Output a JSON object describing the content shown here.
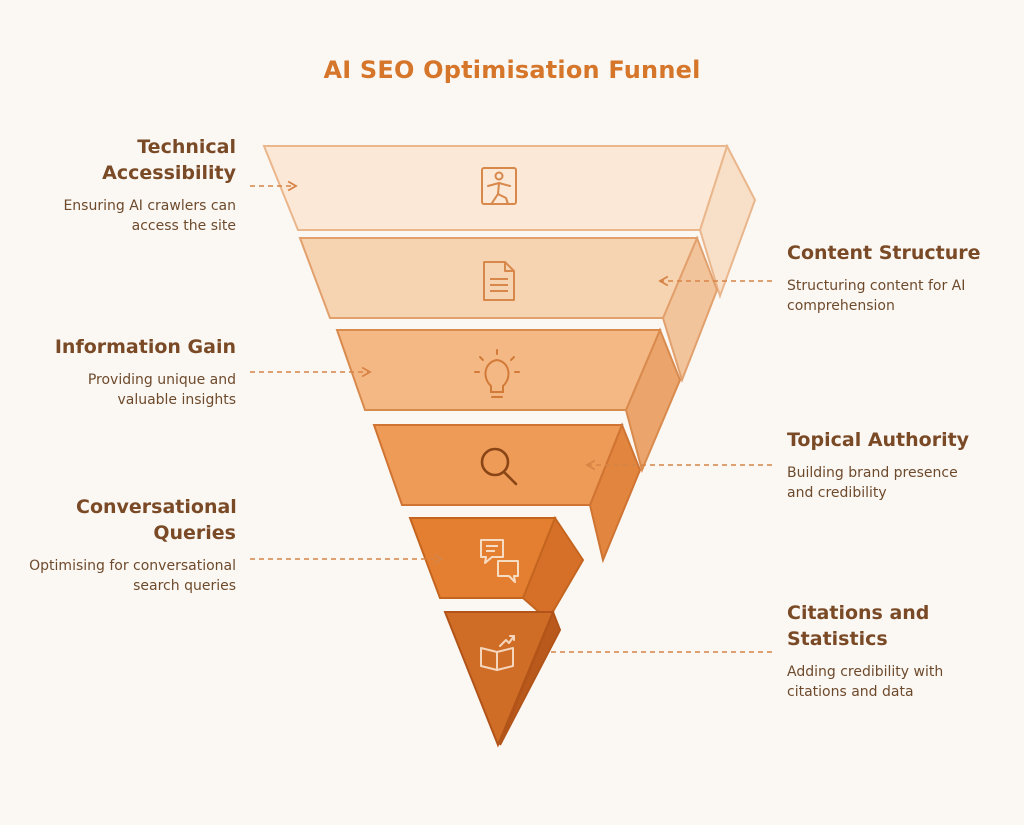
{
  "title": "AI SEO Optimisation Funnel",
  "colors": {
    "title": "#d5762a",
    "text": "#7a4a26",
    "stage_fills": [
      "#fbe8d6",
      "#f7d4b1",
      "#f4b885",
      "#ef9b58",
      "#e47f31",
      "#cf6d26"
    ],
    "connector": "#d88446"
  },
  "stages": [
    {
      "heading": "Technical Accessibility",
      "description": "Ensuring AI crawlers can access the site",
      "icon": "accessibility-icon",
      "side": "left"
    },
    {
      "heading": "Content Structure",
      "description": "Structuring content for AI comprehension",
      "icon": "document-icon",
      "side": "right"
    },
    {
      "heading": "Information Gain",
      "description": "Providing unique and valuable insights",
      "icon": "lightbulb-icon",
      "side": "left"
    },
    {
      "heading": "Topical Authority",
      "description": "Building brand presence and credibility",
      "icon": "magnifier-icon",
      "side": "right"
    },
    {
      "heading": "Conversational Queries",
      "description": "Optimising for conversational search queries",
      "icon": "chat-bubbles-icon",
      "side": "left"
    },
    {
      "heading": "Citations and Statistics",
      "description": "Adding credibility with citations and data",
      "icon": "book-chart-icon",
      "side": "right"
    }
  ]
}
